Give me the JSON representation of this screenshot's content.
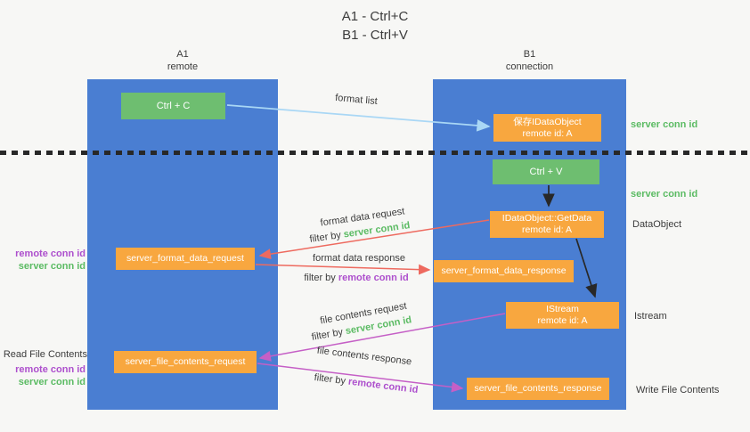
{
  "title": {
    "line1": "A1 - Ctrl+C",
    "line2": "B1 - Ctrl+V"
  },
  "columns": {
    "left": {
      "name": "A1",
      "subtitle": "remote"
    },
    "right": {
      "name": "B1",
      "subtitle": "connection"
    }
  },
  "nodes": {
    "ctrl_c": {
      "label": "Ctrl + C"
    },
    "save_idataobject": {
      "line1": "保存IDataObject",
      "line2": "remote id: A"
    },
    "ctrl_v": {
      "label": "Ctrl + V"
    },
    "getdata": {
      "line1": "IDataObject::GetData",
      "line2": "remote id: A"
    },
    "format_request": {
      "label": "server_format_data_request"
    },
    "format_response": {
      "label": "server_format_data_response"
    },
    "istream": {
      "line1": "IStream",
      "line2": "remote id: A"
    },
    "file_request": {
      "label": "server_file_contents_request"
    },
    "file_response": {
      "label": "server_file_contents_response"
    }
  },
  "right_annotations": {
    "server_conn_id_1": "server conn id",
    "server_conn_id_2": "server conn id",
    "dataobject": "DataObject",
    "istream": "Istream",
    "write_file_contents": "Write File Contents"
  },
  "left_annotations": {
    "remote_conn_id_1": "remote conn id",
    "server_conn_id_1": "server conn id",
    "read_file_contents": "Read File Contents",
    "remote_conn_id_2": "remote conn id",
    "server_conn_id_2": "server conn id"
  },
  "arrow_labels": {
    "format_list": "format list",
    "format_data_request": "format data request",
    "format_data_response": "format data response",
    "file_contents_request": "file contents request",
    "file_contents_response": "file contents response",
    "filter_by": "filter by ",
    "server_conn_id": "server conn id",
    "remote_conn_id": "remote conn id"
  },
  "colors": {
    "background": "#f7f7f5",
    "lane_blue": "#4a7ed2",
    "node_green": "#6ebe70",
    "node_orange": "#f8a73f",
    "label_green": "#5bbb63",
    "label_purple": "#ad4fcd",
    "arrow_lightblue": "#a9d7f5",
    "arrow_salmon": "#ee6a5f",
    "arrow_magenta": "#c55fc6",
    "arrow_black": "#282828"
  }
}
